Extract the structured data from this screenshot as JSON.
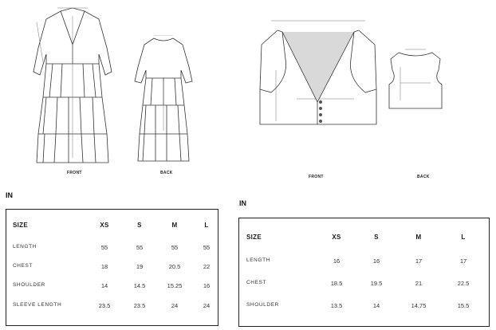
{
  "left_drawing": {
    "front_label": "FRONT",
    "back_label": "BACK"
  },
  "right_drawing": {
    "front_label": "FRONT",
    "back_label": "BACK"
  },
  "left_table": {
    "unit_label": "IN",
    "headers": [
      "SIZE",
      "XS",
      "S",
      "M",
      "L"
    ],
    "rows": [
      {
        "label": "LENGTH",
        "values": [
          "55",
          "55",
          "55",
          "55"
        ]
      },
      {
        "label": "CHEST",
        "values": [
          "18",
          "19",
          "20.5",
          "22"
        ]
      },
      {
        "label": "SHOULDER",
        "values": [
          "14",
          "14.5",
          "15.25",
          "16"
        ]
      },
      {
        "label": "SLEEVE LENGTH",
        "values": [
          "23.5",
          "23.5",
          "24",
          "24"
        ]
      }
    ]
  },
  "right_table": {
    "unit_label": "IN",
    "headers": [
      "SIZE",
      "XS",
      "S",
      "M",
      "L"
    ],
    "rows": [
      {
        "label": "LENGTH",
        "values": [
          "16",
          "16",
          "17",
          "17"
        ]
      },
      {
        "label": "CHEST",
        "values": [
          "18.5",
          "19.5",
          "21",
          "22.5"
        ]
      },
      {
        "label": "SHOULDER",
        "values": [
          "13.5",
          "14",
          "14.75",
          "15.5"
        ]
      }
    ]
  }
}
